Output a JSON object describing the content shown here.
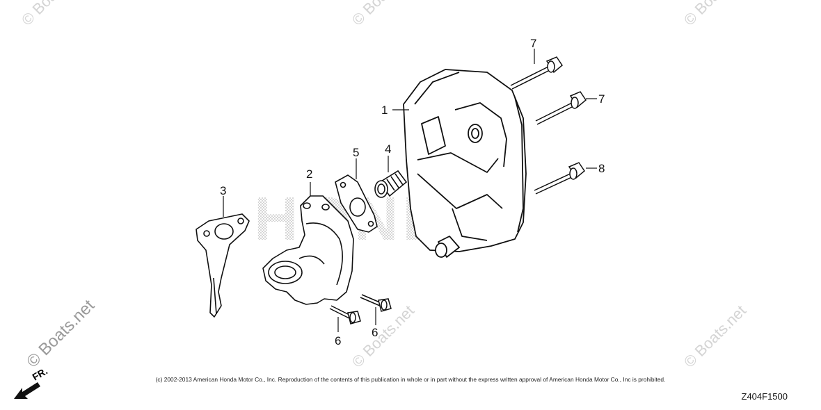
{
  "watermarks": {
    "small_text": "© Boats.net",
    "large_text": "© Boats.net",
    "brand_text": "HONDA"
  },
  "callouts": [
    {
      "id": "1",
      "part": "muffler"
    },
    {
      "id": "2",
      "part": "exhaust-pipe"
    },
    {
      "id": "3",
      "part": "muffler-stay"
    },
    {
      "id": "4",
      "part": "spark-arrester"
    },
    {
      "id": "5",
      "part": "gasket"
    },
    {
      "id": "6",
      "part": "flange-bolt"
    },
    {
      "id": "7",
      "part": "flange-bolt-long"
    },
    {
      "id": "8",
      "part": "flange-bolt-long"
    }
  ],
  "labels": {
    "c1": "1",
    "c2": "2",
    "c3": "3",
    "c4": "4",
    "c5": "5",
    "c6a": "6",
    "c6b": "6",
    "c7a": "7",
    "c7b": "7",
    "c8": "8"
  },
  "direction_indicator": "FR.",
  "copyright": "(c) 2002-2013 American Honda Motor Co., Inc. Reproduction of the contents of this publication in whole or in part without the express written approval of American Honda Motor Co., Inc is prohibited.",
  "diagram_code": "Z404F1500",
  "colors": {
    "line": "#111111",
    "watermark": "#d4d4d4",
    "stipple": "#b8b8b8"
  }
}
